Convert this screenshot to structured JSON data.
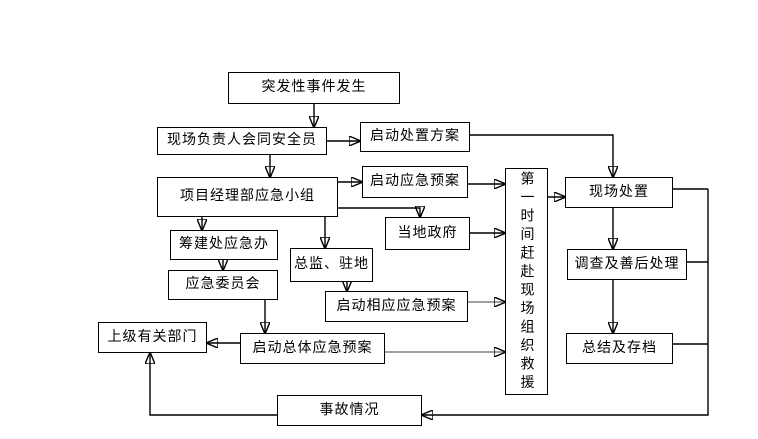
{
  "diagram": {
    "background": "#ffffff",
    "border_color": "#000000",
    "connector_color": "#000000",
    "connector_light_color": "#808080",
    "nodes": {
      "incident": {
        "label": "突发性事件发生"
      },
      "site_leader": {
        "label": "现场负责人会同安全员"
      },
      "start_disposal_plan": {
        "label": "启动处置方案"
      },
      "project_team": {
        "label": "项目经理部应急小组"
      },
      "start_emergency_plan": {
        "label": "启动应急预案"
      },
      "local_government": {
        "label": "当地政府"
      },
      "prep_office": {
        "label": "筹建处应急办"
      },
      "supervisor_resident": {
        "label": "总监、驻地"
      },
      "emergency_committee": {
        "label": "应急委员会"
      },
      "start_corresponding_plan": {
        "label": "启动相应应急预案"
      },
      "superior_departments": {
        "label": "上级有关部门"
      },
      "start_overall_plan": {
        "label": "启动总体应急预案"
      },
      "first_time_rescue": {
        "label": "第一时间赶赴现场组织救援"
      },
      "site_disposal": {
        "label": "现场处置"
      },
      "investigation": {
        "label": "调查及善后处理"
      },
      "summary_archive": {
        "label": "总结及存档"
      },
      "accident_situation": {
        "label": "事故情况"
      }
    },
    "edges": [
      {
        "from": "incident",
        "to": "site_leader"
      },
      {
        "from": "site_leader",
        "to": "start_disposal_plan"
      },
      {
        "from": "site_leader",
        "to": "project_team"
      },
      {
        "from": "start_disposal_plan",
        "to": "site_disposal"
      },
      {
        "from": "project_team",
        "to": "start_emergency_plan"
      },
      {
        "from": "project_team",
        "to": "local_government"
      },
      {
        "from": "project_team",
        "to": "prep_office"
      },
      {
        "from": "project_team",
        "to": "supervisor_resident"
      },
      {
        "from": "prep_office",
        "to": "emergency_committee"
      },
      {
        "from": "emergency_committee",
        "to": "start_overall_plan"
      },
      {
        "from": "supervisor_resident",
        "to": "start_corresponding_plan"
      },
      {
        "from": "start_emergency_plan",
        "to": "first_time_rescue"
      },
      {
        "from": "local_government",
        "to": "first_time_rescue"
      },
      {
        "from": "start_corresponding_plan",
        "to": "first_time_rescue"
      },
      {
        "from": "start_overall_plan",
        "to": "first_time_rescue"
      },
      {
        "from": "start_overall_plan",
        "to": "superior_departments"
      },
      {
        "from": "first_time_rescue",
        "to": "site_disposal"
      },
      {
        "from": "site_disposal",
        "to": "investigation"
      },
      {
        "from": "investigation",
        "to": "summary_archive"
      },
      {
        "from": "summary_archive",
        "to": "accident_situation"
      },
      {
        "from": "accident_situation",
        "to": "superior_departments"
      }
    ]
  }
}
